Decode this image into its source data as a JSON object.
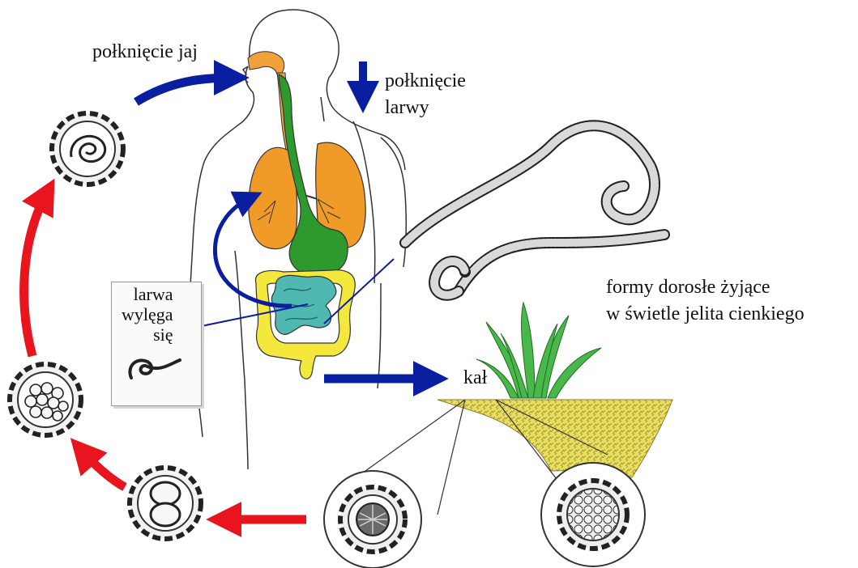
{
  "labels": {
    "swallow_eggs": "połknięcie jaj",
    "swallow_larvae_1": "połknięcie",
    "swallow_larvae_2": "larwy",
    "adults_1": "formy dorosłe żyjące",
    "adults_2": "w świetle jelita cienkiego",
    "feces": "kał",
    "hatch_1": "larwa",
    "hatch_2": "wylęga",
    "hatch_3": "się"
  },
  "colors": {
    "lungs": "#f09a28",
    "trachea": "#f2a03a",
    "esophagus_stomach": "#2e9a2e",
    "small_intestine": "#4fb8b0",
    "large_intestine": "#f4e83c",
    "blue_arrow": "#0a1ea0",
    "red_arrow": "#e8141e",
    "soil": "#e7de62",
    "grass": "#49b84a"
  },
  "icons": [
    "human-body-outline-icon",
    "adult-roundworm-icon",
    "grass-icon",
    "soil-icon",
    "egg-with-larva-icon",
    "egg-multicell-icon",
    "egg-two-cell-icon",
    "egg-one-cell-icon"
  ]
}
